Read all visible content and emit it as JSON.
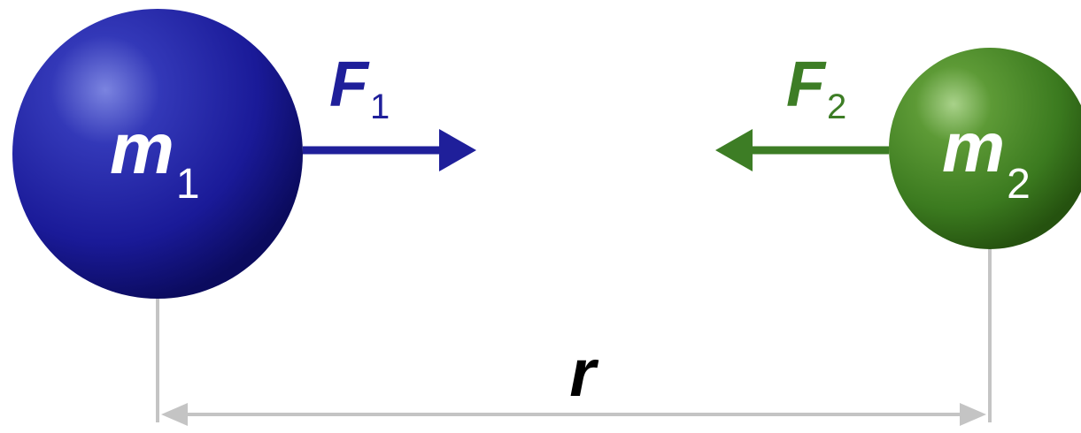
{
  "diagram": {
    "mass1": {
      "symbol": "m",
      "subscript": "1",
      "color": "#1a1a9e"
    },
    "mass2": {
      "symbol": "m",
      "subscript": "2",
      "color": "#3b7a1f"
    },
    "force1": {
      "symbol": "F",
      "subscript": "1",
      "color": "#1f1f9a"
    },
    "force2": {
      "symbol": "F",
      "subscript": "2",
      "color": "#3d7d25"
    },
    "distance": {
      "symbol": "r",
      "line_color": "#c0c0c0"
    }
  }
}
